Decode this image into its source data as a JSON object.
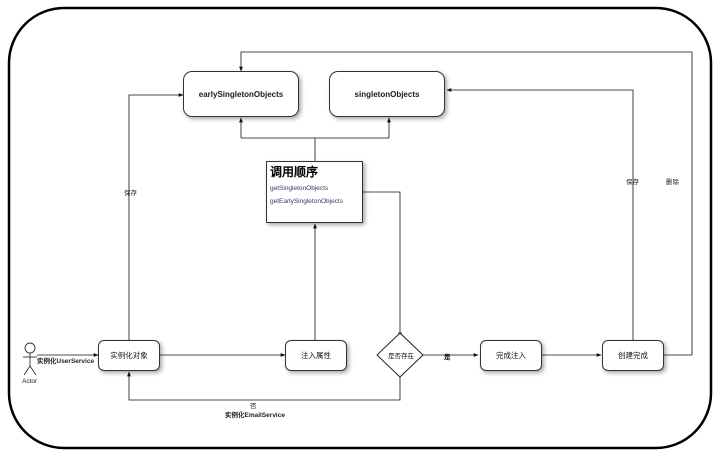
{
  "nodes": {
    "early_singleton_objects": "earlySingletonObjects",
    "singleton_objects": "singletonObjects",
    "instantiate_object": "实例化对象",
    "inject_property": "注入属性",
    "exists_decision": "是否存在",
    "finish_injection": "完成注入",
    "creation_complete": "创建完成",
    "actor": "Actor"
  },
  "note": {
    "title": "调用顺序",
    "line1": "getSingletonObjects",
    "line2": "getEarlySingletonObjects"
  },
  "edge_labels": {
    "save_left": "保存",
    "save_right": "保存",
    "delete": "删除",
    "yes": "是",
    "no": "否",
    "instantiate_user_service": "实例化UserService",
    "instantiate_email_service": "实例化EmailService"
  }
}
